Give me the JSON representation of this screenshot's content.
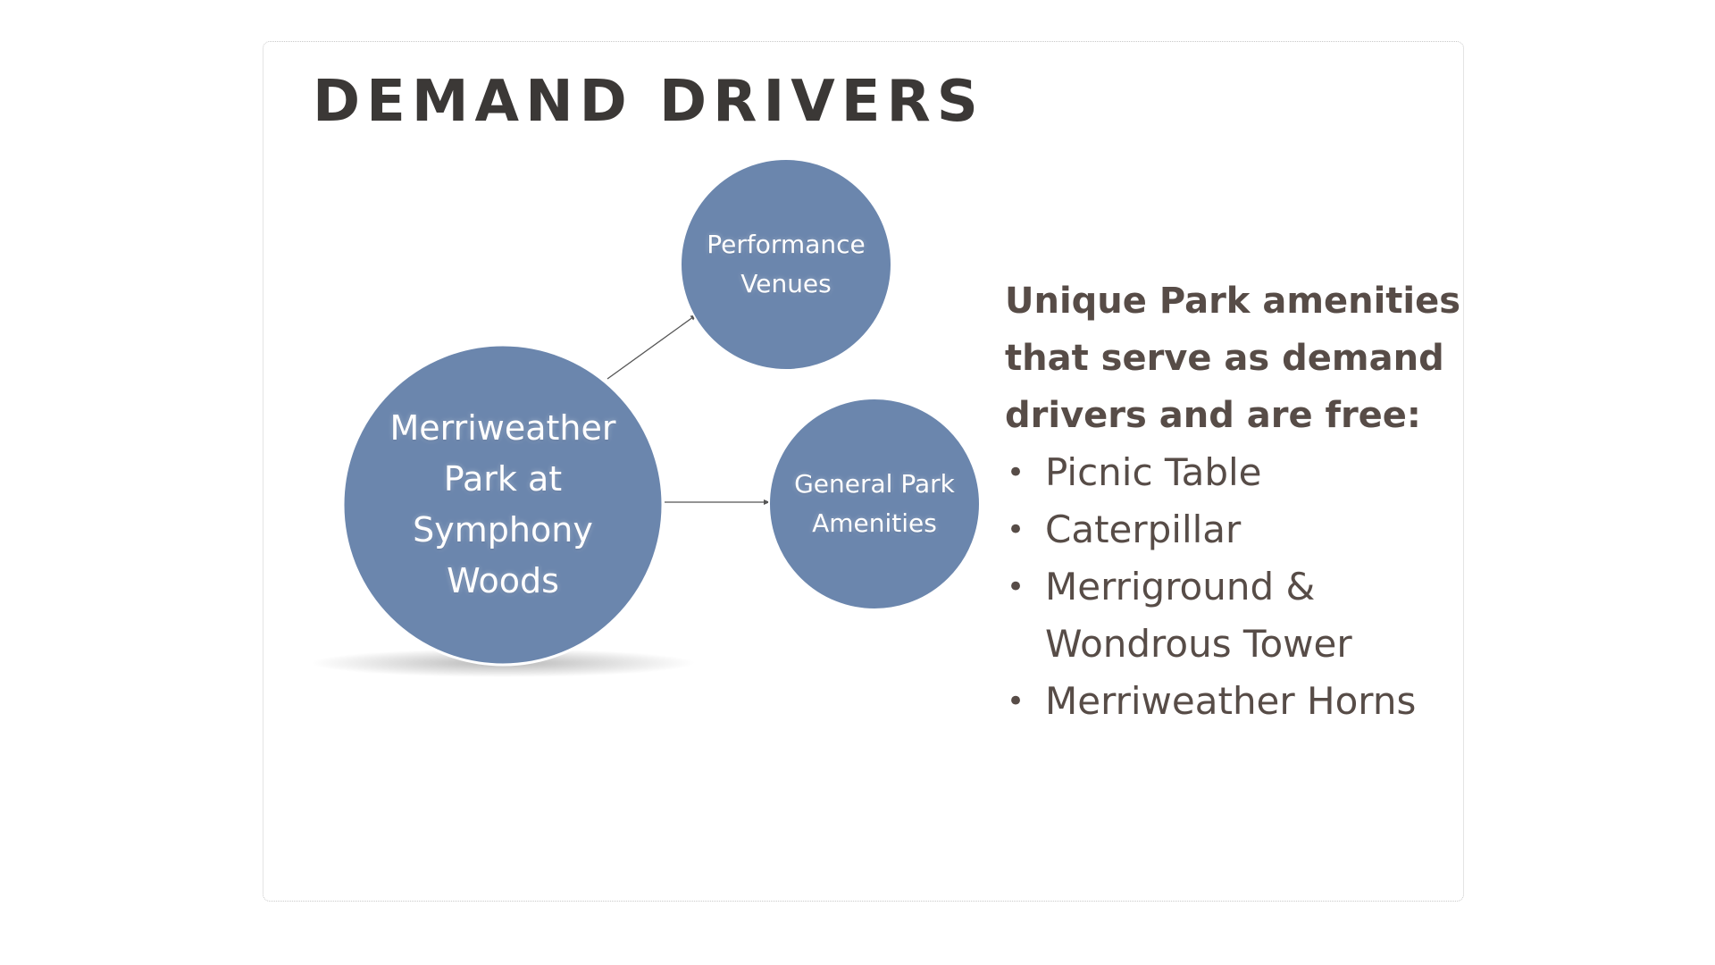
{
  "slide": {
    "title": "DEMAND DRIVERS"
  },
  "diagram": {
    "central_node": "Merriweather\nPark at\nSymphony\nWoods",
    "nodes": [
      {
        "label": "Performance\nVenues"
      },
      {
        "label": "General Park\nAmenities"
      }
    ],
    "colors": {
      "node_fill": "#6b86ad",
      "node_text": "#ffffff",
      "arrow": "#555555"
    }
  },
  "side_panel": {
    "heading": "Unique Park amenities\nthat serve as demand\ndrivers and are free:",
    "bullet_symbol": "•",
    "items": [
      "Picnic Table",
      "Caterpillar",
      "Merriground &\nWondrous Tower",
      "Merriweather Horns"
    ],
    "text_color": "#574c47"
  }
}
